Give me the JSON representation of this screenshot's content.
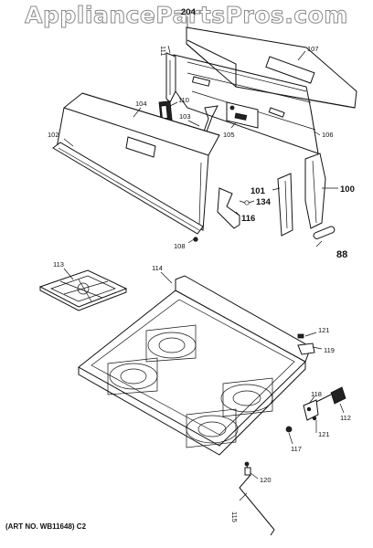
{
  "watermark": "AppliancePartsPros.com",
  "caption": "(ART NO. WB11648) C2",
  "labels": {
    "p204": "204",
    "p111": "111",
    "p107": "107",
    "p110": "110",
    "p104": "104",
    "p102": "102",
    "p103": "103",
    "p105": "105",
    "p106": "106",
    "p101": "101",
    "p134": "134",
    "p116": "116",
    "p100": "100",
    "p108": "108",
    "p88": "88",
    "p113": "113",
    "p114": "114",
    "p121a": "121",
    "p119": "119",
    "p118": "118",
    "p112": "112",
    "p121b": "121",
    "p117": "117",
    "p120": "120",
    "p115": "115"
  }
}
